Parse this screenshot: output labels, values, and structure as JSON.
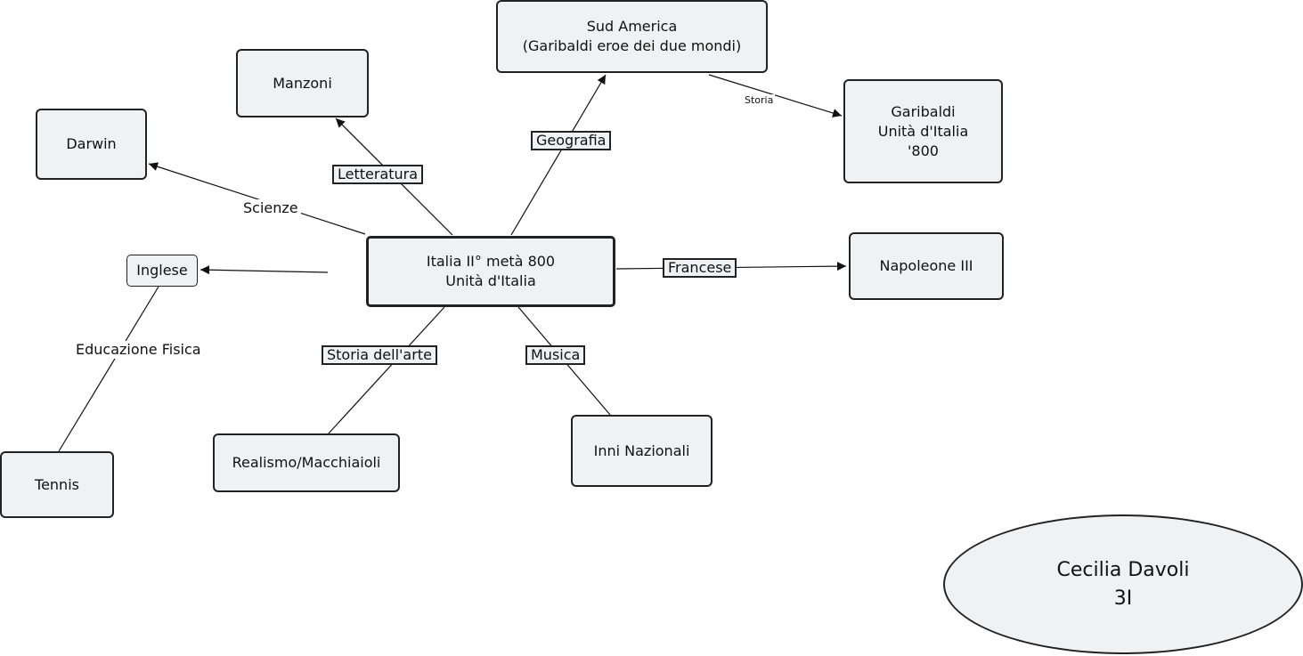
{
  "nodes": {
    "center": "Italia II° metà 800\nUnità d'Italia",
    "manzoni": "Manzoni",
    "darwin": "Darwin",
    "sud_america": "Sud America\n(Garibaldi eroe dei due mondi)",
    "garibaldi": "Garibaldi\nUnità d'Italia\n'800",
    "napoleone": "Napoleone III",
    "inglese": "Inglese",
    "tennis": "Tennis",
    "realismo": "Realismo/Macchiaioli",
    "inni": "Inni Nazionali",
    "author": "Cecilia Davoli\n3I"
  },
  "links": {
    "letteratura": "Letteratura",
    "geografia": "Geografia",
    "scienze": "Scienze",
    "storia": "Storia",
    "francese": "Francese",
    "educazione_fisica": "Educazione Fisica",
    "storia_arte": "Storia dell'arte",
    "musica": "Musica"
  },
  "colors": {
    "node_fill": "#eef2f4",
    "stroke": "#222222"
  }
}
